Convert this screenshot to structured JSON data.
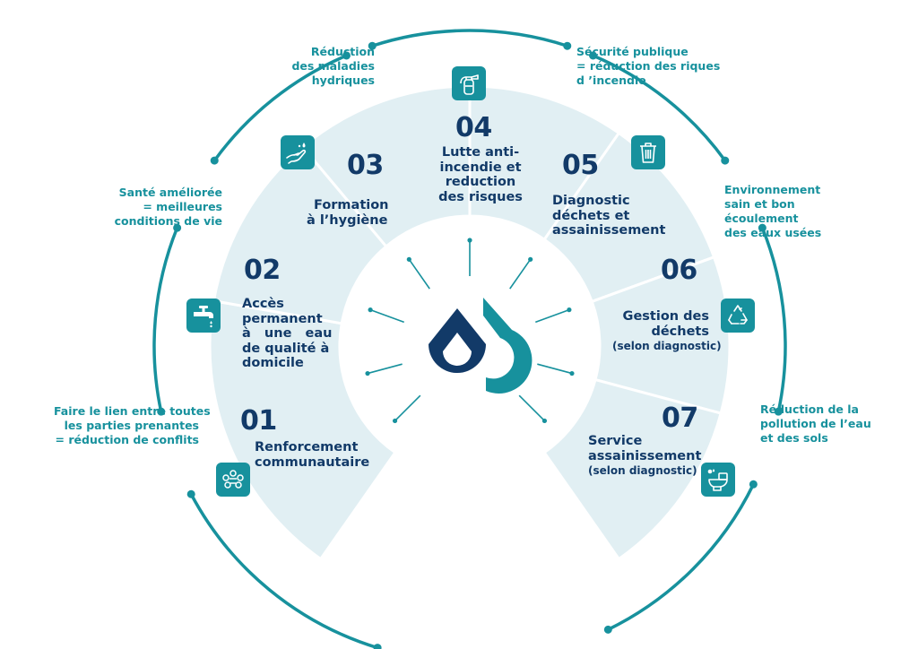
{
  "colors": {
    "navy": "#123a68",
    "teal": "#17919d",
    "segment": "#e1eff3"
  },
  "segments": [
    {
      "number": "01",
      "title": [
        "Renforcement",
        "communautaire"
      ],
      "icon": "community-people-icon"
    },
    {
      "number": "02",
      "title": [
        "Accès",
        "permanent",
        "à   une   eau",
        "de qualité à",
        "domicile"
      ],
      "icon": "water-tap-icon"
    },
    {
      "number": "03",
      "title": [
        "Formation",
        "à l’hygiène"
      ],
      "icon": "hand-washing-icon"
    },
    {
      "number": "04",
      "title": [
        "Lutte anti-",
        "incendie et",
        "reduction",
        "des risques"
      ],
      "icon": "fire-extinguisher-icon"
    },
    {
      "number": "05",
      "title": [
        "Diagnostic",
        "déchets et",
        "assainissement"
      ],
      "icon": "trash-bin-icon"
    },
    {
      "number": "06",
      "title": [
        "Gestion des",
        "déchets"
      ],
      "subtitle": "(selon diagnostic)",
      "icon": "recycle-icon"
    },
    {
      "number": "07",
      "title": [
        "Service",
        "assainissement"
      ],
      "subtitle": "(selon diagnostic)",
      "icon": "toilet-icon"
    }
  ],
  "outcomes": [
    [
      "Faire le lien entre toutes",
      "les parties prenantes",
      "= réduction de conflits"
    ],
    [
      "Santé améliorée",
      "= meilleures",
      "conditions de vie"
    ],
    [
      "Réduction",
      "des maladies",
      "hydriques"
    ],
    [
      "Sécurité publique",
      "= réduction des riques",
      "d ’incendie"
    ],
    [
      "Environnement",
      "sain et bon",
      "écoulement",
      "des eaux usées"
    ],
    [
      "Réduction de la",
      "pollution de l’eau",
      "et des sols"
    ]
  ]
}
